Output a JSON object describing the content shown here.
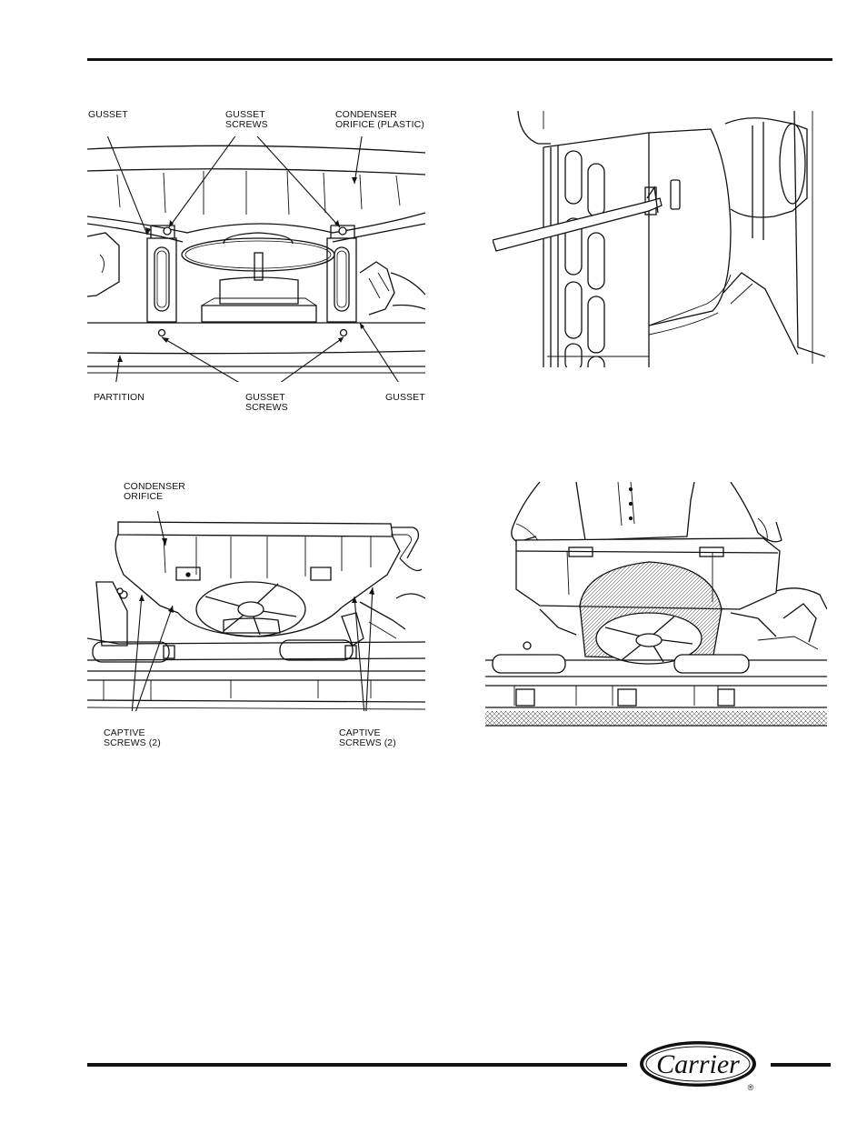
{
  "figure1": {
    "labels": {
      "gusset_left": "GUSSET",
      "gusset_screws_top": [
        "GUSSET",
        "SCREWS"
      ],
      "condenser_orifice_plastic": [
        "CONDENSER",
        "ORIFICE (PLASTIC)"
      ],
      "partition": "PARTITION",
      "gusset_screws_bottom": [
        "GUSSET",
        "SCREWS"
      ],
      "gusset_right": "GUSSET"
    }
  },
  "figure3": {
    "labels": {
      "condenser_orifice": [
        "CONDENSER",
        "ORIFICE"
      ],
      "captive_screws_left": [
        "CAPTIVE",
        "SCREWS (2)"
      ],
      "captive_screws_right": [
        "CAPTIVE",
        "SCREWS (2)"
      ]
    }
  },
  "footer": {
    "logo_text": "Carrier",
    "registered_mark": "®"
  }
}
